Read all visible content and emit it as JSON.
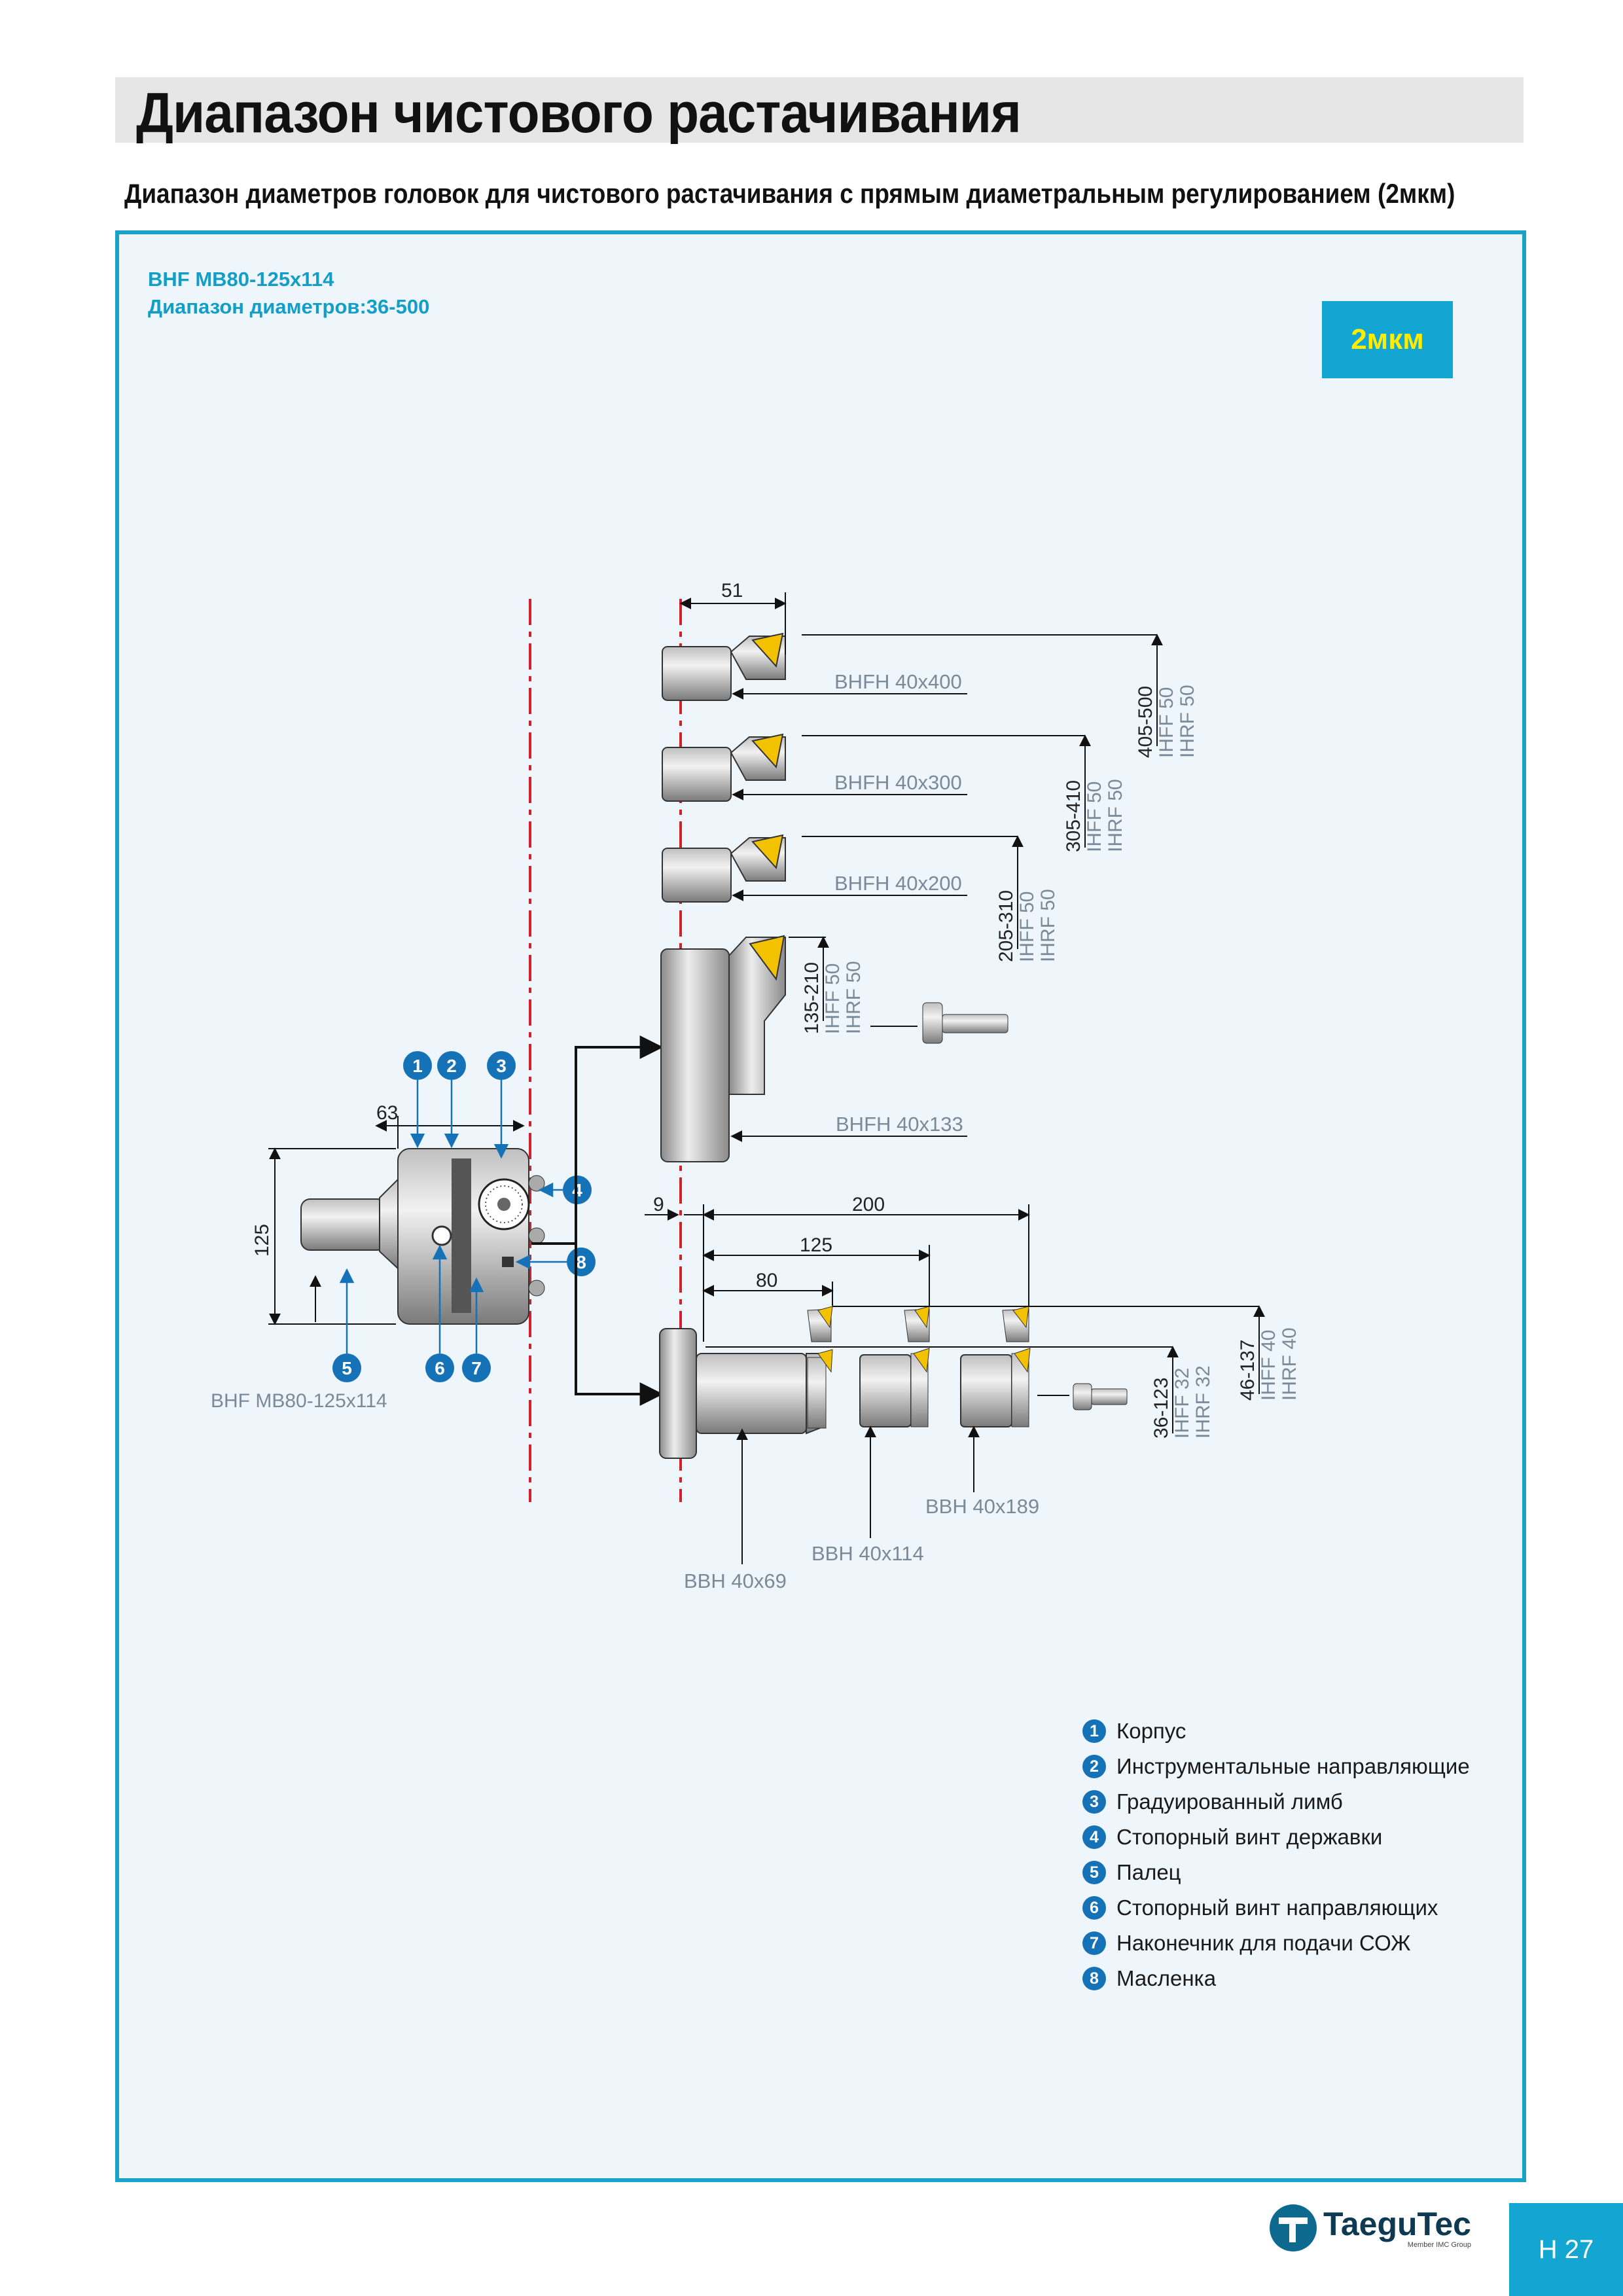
{
  "page_title": "Диапазон чистового растачивания",
  "subtitle": "Диапазон диаметров головок для чистового растачивания с прямым диаметральным регулированием (2мкм)",
  "panel": {
    "model": "BHF MB80-125x114",
    "range": "Диапазон диаметров:36-500",
    "badge": "2мкм"
  },
  "diagram": {
    "head_model": "BHF MB80-125x114",
    "dim_63": "63",
    "dim_125": "125",
    "dim_51": "51",
    "dim_9": "9",
    "dim_200": "200",
    "dim_125b": "125",
    "dim_80": "80",
    "holders": {
      "bhfh_400": "BHFH 40x400",
      "bhfh_300": "BHFH 40x300",
      "bhfh_200": "BHFH 40x200",
      "bhfh_133": "BHFH 40x133",
      "bbh_69": "BBH 40x69",
      "bbh_114": "BBH 40x114",
      "bbh_189": "BBH 40x189"
    },
    "ranges": {
      "r405": "405-500",
      "r405_a": "IHFF 50",
      "r405_b": "IHRF 50",
      "r305": "305-410",
      "r305_a": "IHFF 50",
      "r305_b": "IHRF 50",
      "r205": "205-310",
      "r205_a": "IHFF 50",
      "r205_b": "IHRF 50",
      "r135": "135-210",
      "r135_a": "IHFF 50",
      "r135_b": "IHRF 50",
      "r46": "46-137",
      "r46_a": "IHFF 40",
      "r46_b": "IHRF 40",
      "r36": "36-123",
      "r36_a": "IHFF 32",
      "r36_b": "IHRF 32"
    },
    "callouts": [
      "1",
      "2",
      "3",
      "4",
      "5",
      "6",
      "7",
      "8"
    ]
  },
  "legend": [
    {
      "num": "1",
      "label": "Корпус"
    },
    {
      "num": "2",
      "label": "Инструментальные направляющие"
    },
    {
      "num": "3",
      "label": "Градуированный лимб"
    },
    {
      "num": "4",
      "label": "Стопорный винт державки"
    },
    {
      "num": "5",
      "label": "Палец"
    },
    {
      "num": "6",
      "label": "Стопорный винт направляющих"
    },
    {
      "num": "7",
      "label": "Наконечник для подачи СОЖ"
    },
    {
      "num": "8",
      "label": "Масленка"
    }
  ],
  "footer": {
    "logo_name": "TaeguTec",
    "logo_sub": "Member IMC Group",
    "page_number": "H 27"
  },
  "colors": {
    "accent": "#13a6d2",
    "badge_text": "#ffed00",
    "callout": "#1572b6",
    "centerline": "#d4202a",
    "insert": "#f2c200"
  }
}
